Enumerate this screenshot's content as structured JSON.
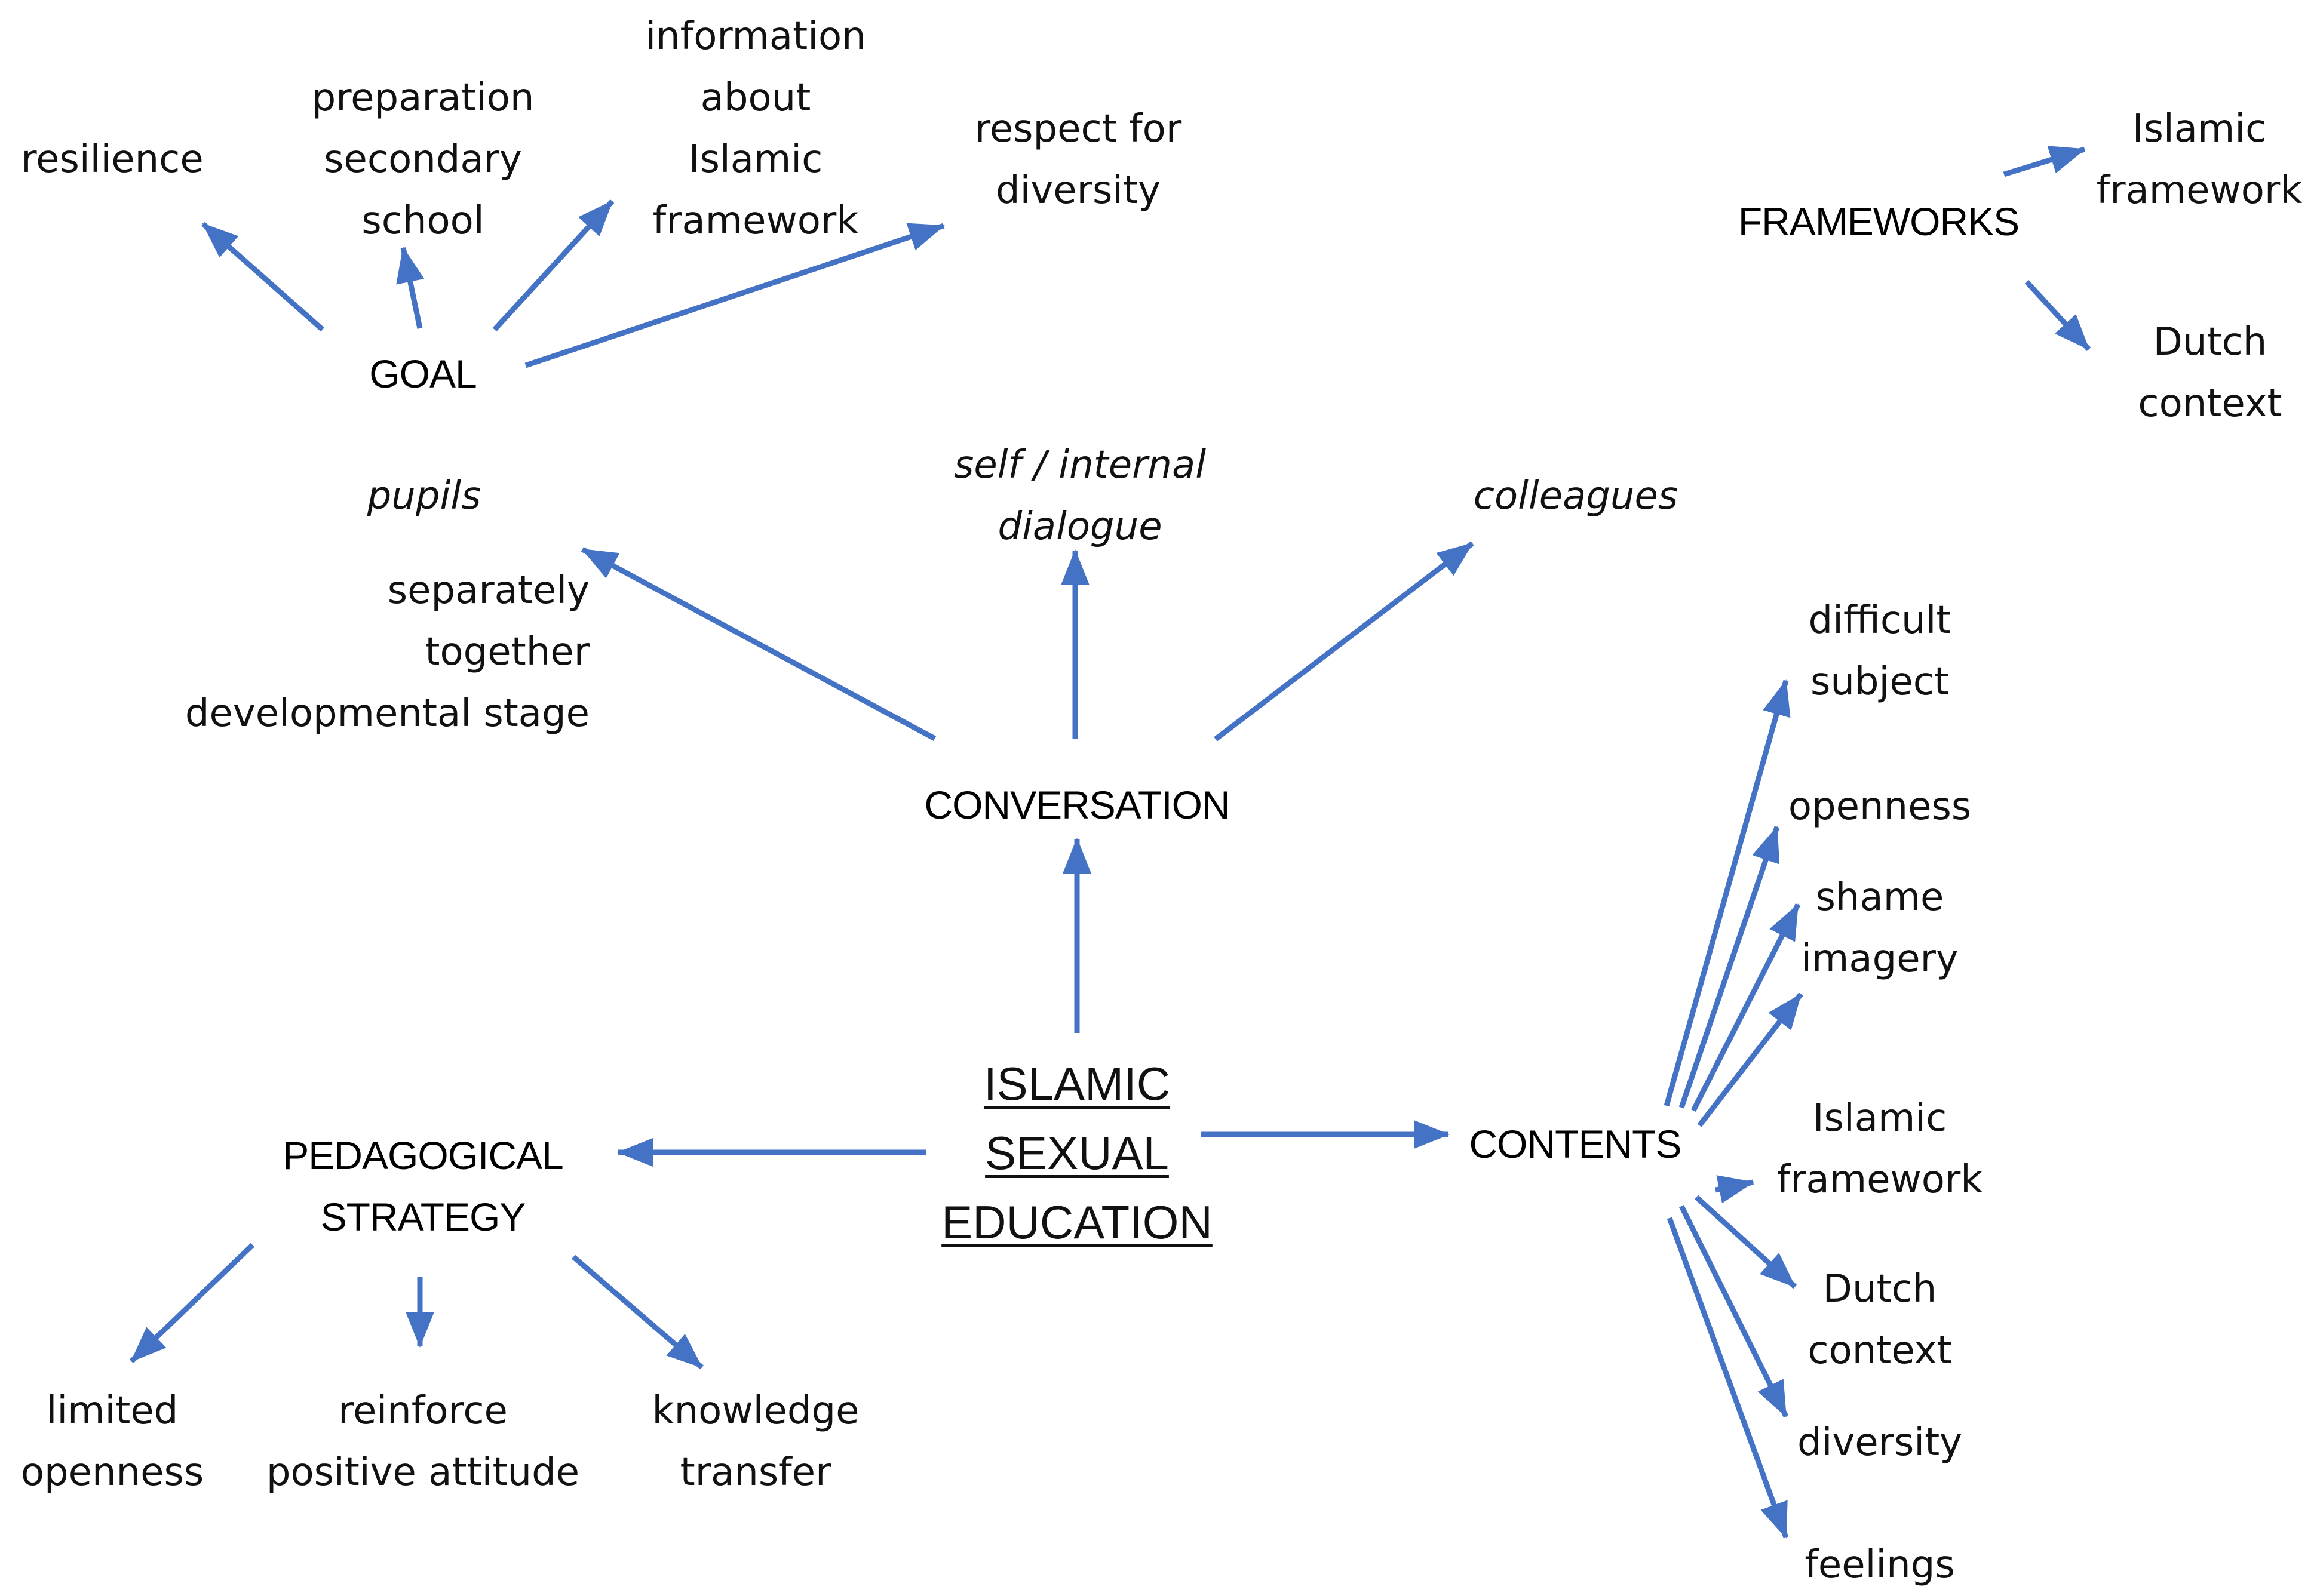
{
  "center": {
    "lines": [
      "ISLAMIC",
      "SEXUAL",
      "EDUCATION"
    ]
  },
  "conversation": {
    "label": "CONVERSATION",
    "pupils": {
      "label": "pupils",
      "details": [
        "separately",
        "together",
        "developmental stage"
      ]
    },
    "self": {
      "lines": [
        "self / internal",
        "dialogue"
      ]
    },
    "colleagues": {
      "label": "colleagues"
    }
  },
  "goal": {
    "label": "GOAL",
    "items": [
      {
        "lines": [
          "resilience"
        ]
      },
      {
        "lines": [
          "preparation",
          "secondary",
          "school"
        ]
      },
      {
        "lines": [
          "information",
          "about",
          "Islamic",
          "framework"
        ]
      },
      {
        "lines": [
          "respect for",
          "diversity"
        ]
      }
    ]
  },
  "frameworks": {
    "label": "FRAMEWORKS",
    "items": [
      {
        "lines": [
          "Islamic",
          "framework"
        ]
      },
      {
        "lines": [
          "Dutch",
          "context"
        ]
      }
    ]
  },
  "contents": {
    "label": "CONTENTS",
    "items": [
      {
        "lines": [
          "difficult",
          "subject"
        ]
      },
      {
        "lines": [
          "openness"
        ]
      },
      {
        "lines": [
          "shame",
          "imagery"
        ]
      },
      {
        "lines": [
          "Islamic",
          "framework"
        ]
      },
      {
        "lines": [
          "Dutch",
          "context"
        ]
      },
      {
        "lines": [
          "diversity"
        ]
      },
      {
        "lines": [
          "feelings"
        ]
      }
    ]
  },
  "pedagogical": {
    "lines": [
      "PEDAGOGICAL",
      "STRATEGY"
    ],
    "items": [
      {
        "lines": [
          "limited",
          "openness"
        ]
      },
      {
        "lines": [
          "reinforce",
          "positive attitude"
        ]
      },
      {
        "lines": [
          "knowledge",
          "transfer"
        ]
      }
    ]
  },
  "colors": {
    "arrow": "#4472C4",
    "text": "#111111"
  }
}
